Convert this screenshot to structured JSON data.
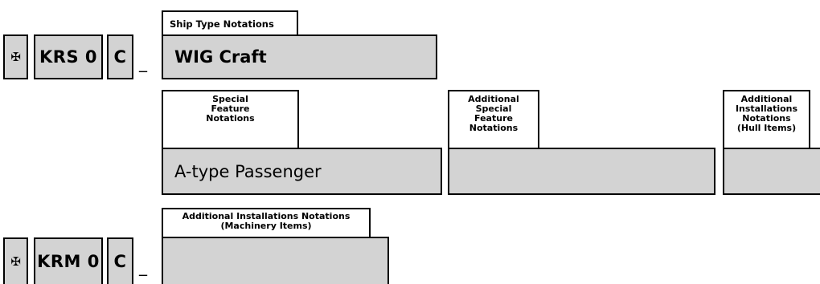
{
  "krs_row": {
    "symbol": "✠",
    "code": "KRS 0",
    "c_label": "C",
    "separator": "_"
  },
  "ship_type": {
    "tab_label": "Ship Type Notations",
    "value": "WIG Craft"
  },
  "special_feature": {
    "tab_lines": [
      "Special",
      "Feature",
      "Notations"
    ],
    "value": "A-type Passenger"
  },
  "additional_special_feature": {
    "tab_lines": [
      "Additional",
      "Special",
      "Feature",
      "Notations"
    ],
    "value": ""
  },
  "additional_installations_hull": {
    "tab_lines": [
      "Additional",
      "Installations",
      "Notations",
      "(Hull Items)"
    ],
    "value": ""
  },
  "krm_row": {
    "symbol": "✠",
    "code": "KRM 0",
    "c_label": "C",
    "separator": "_"
  },
  "additional_installations_machinery": {
    "tab_lines": [
      "Additional Installations Notations",
      "(Machinery Items)"
    ],
    "value": ""
  },
  "colors": {
    "box_fill": "#d3d3d3",
    "border": "#000000",
    "tab_fill": "#ffffff"
  }
}
